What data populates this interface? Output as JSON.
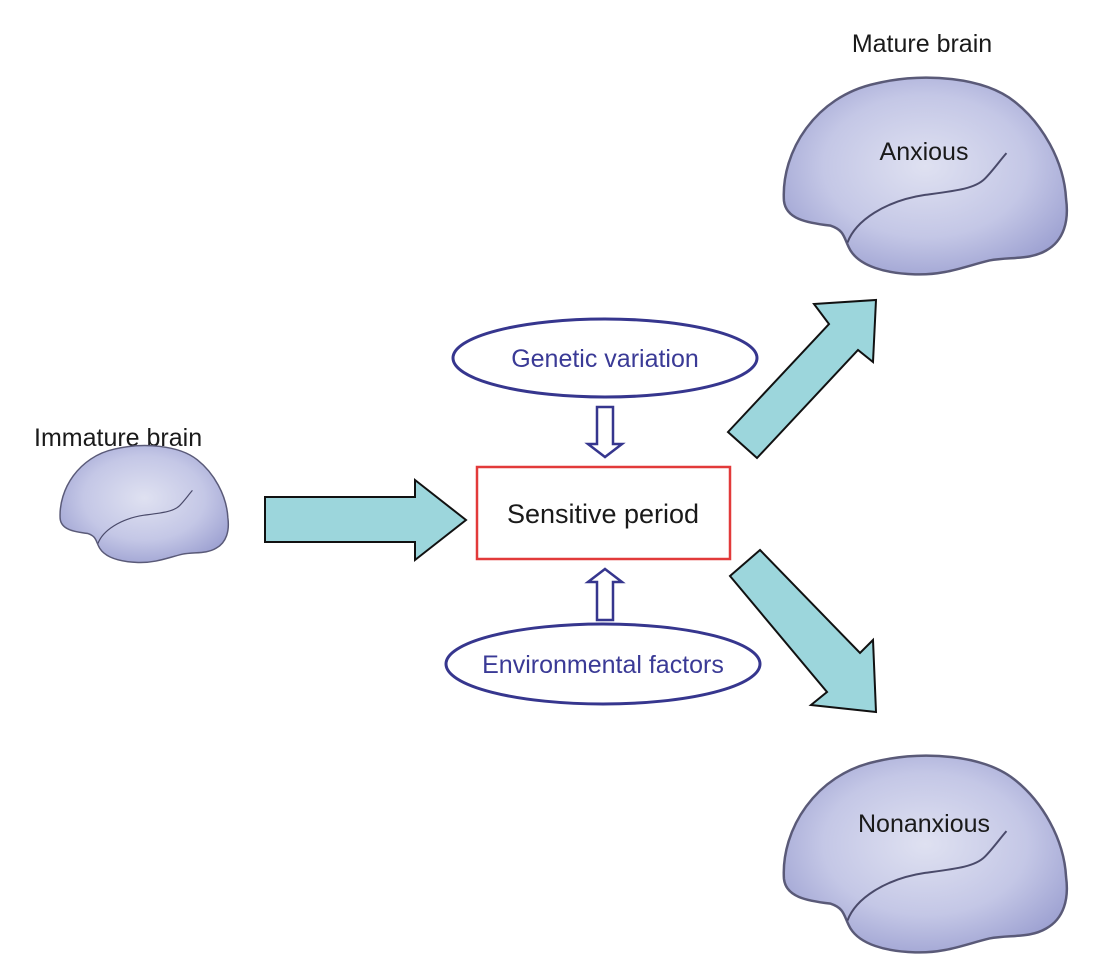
{
  "diagram": {
    "immature": {
      "heading": "Immature brain"
    },
    "center": {
      "label": "Sensitive period"
    },
    "influences": {
      "top": "Genetic variation",
      "bottom": "Environmental factors"
    },
    "mature": {
      "heading": "Mature brain",
      "outcomes": [
        "Anxious",
        "Nonanxious"
      ]
    }
  },
  "colors": {
    "arrow_fill": "#9cd6dc",
    "arrow_stroke": "#111111",
    "box_border": "#e23a3a",
    "ellipse_stroke": "#36368e",
    "blue_text": "#3a3a96",
    "brain_fill_light": "#d9dcef",
    "brain_fill_dark": "#a5a9d6",
    "brain_outline": "#5a5a78"
  }
}
